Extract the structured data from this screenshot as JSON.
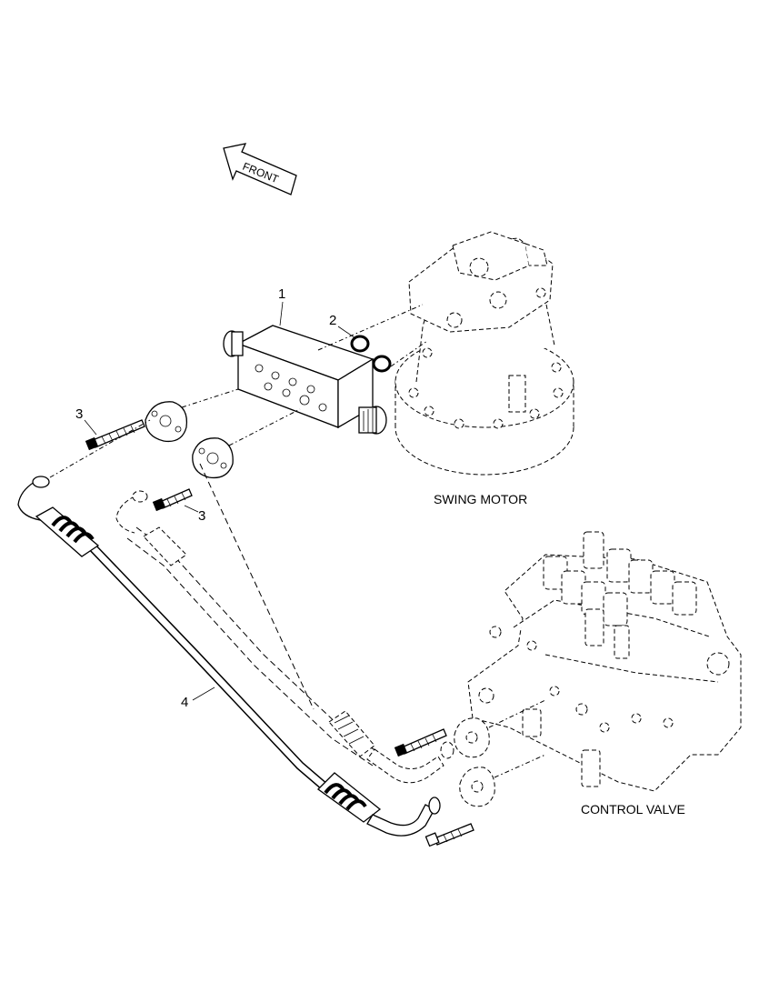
{
  "front_arrow": {
    "label": "FRONT"
  },
  "callouts": {
    "part1": "1",
    "part2": "2",
    "part3_upper": "3",
    "part3_lower": "3",
    "part4": "4"
  },
  "assemblies": {
    "swing_motor": "SWING MOTOR",
    "control_valve": "CONTROL VALVE"
  }
}
